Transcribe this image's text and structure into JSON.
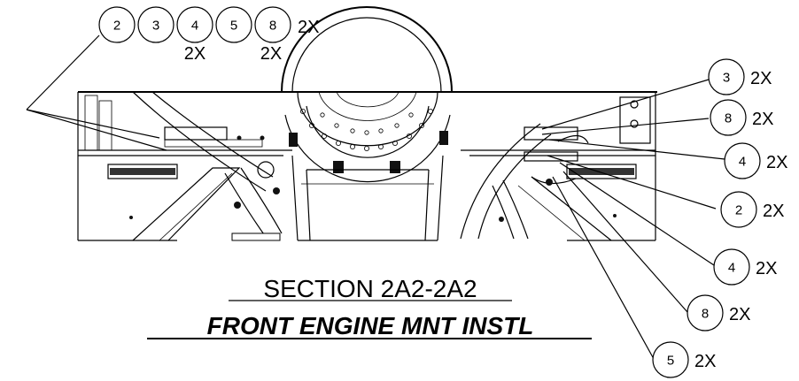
{
  "section_title": "SECTION 2A2-2A2",
  "section_subtitle": "FRONT ENGINE MNT INSTL",
  "top_callout": {
    "balloons": [
      "2",
      "3",
      "4",
      "5",
      "8"
    ],
    "trailing_qty": "2X",
    "sub_qty_4": "2X",
    "sub_qty_8": "2X"
  },
  "right_callouts": [
    {
      "item": "3",
      "qty": "2X"
    },
    {
      "item": "8",
      "qty": "2X"
    },
    {
      "item": "4",
      "qty": "2X"
    },
    {
      "item": "2",
      "qty": "2X"
    },
    {
      "item": "4",
      "qty": "2X"
    },
    {
      "item": "8",
      "qty": "2X"
    },
    {
      "item": "5",
      "qty": "2X"
    }
  ]
}
